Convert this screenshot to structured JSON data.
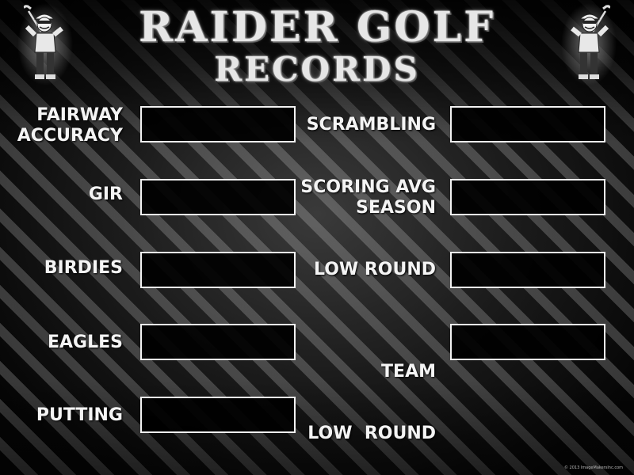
{
  "header": {
    "title_line1": "RAIDER GOLF",
    "title_line2": "RECORDS"
  },
  "mascot_icon": "golfer-mascot-icon",
  "records_left": [
    {
      "label_lines": [
        "FAIRWAY",
        "ACCURACY"
      ],
      "value": ""
    },
    {
      "label_lines": [
        "GIR"
      ],
      "value": ""
    },
    {
      "label_lines": [
        "BIRDIES"
      ],
      "value": ""
    },
    {
      "label_lines": [
        "EAGLES"
      ],
      "value": ""
    },
    {
      "label_lines": [
        "PUTTING"
      ],
      "value": ""
    }
  ],
  "records_right": [
    {
      "label_lines": [
        "SCRAMBLING"
      ],
      "value": ""
    },
    {
      "label_lines": [
        "SCORING AVG",
        "SEASON"
      ],
      "value": ""
    },
    {
      "label_lines": [
        "LOW ROUND"
      ],
      "value": ""
    },
    {
      "label_lines": [
        "TEAM",
        "LOW  ROUND"
      ],
      "value": ""
    }
  ],
  "footer": {
    "copyright": "© 2013 ImageMakersInc.com"
  },
  "colors": {
    "background": "#000000",
    "stripe": "#555555",
    "text": "#f4f4f4",
    "box_border": "#f2f2f2"
  }
}
